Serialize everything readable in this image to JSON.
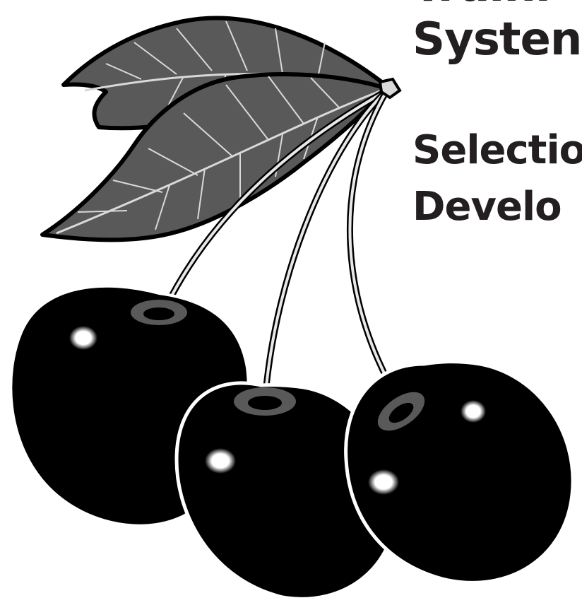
{
  "title": {
    "line1": "Traini",
    "line2": "Systen"
  },
  "subtitle": {
    "line1": "Selectio",
    "line2": "Develo"
  },
  "illustration": {
    "subject": "cherries-with-leaves-icon",
    "colors": {
      "fruit": "#000000",
      "leaf": "#595959",
      "leaf_veins": "#d9d9d9",
      "outline": "#000000",
      "highlight": "#ffffff",
      "stem": "#e8e8e8"
    }
  }
}
